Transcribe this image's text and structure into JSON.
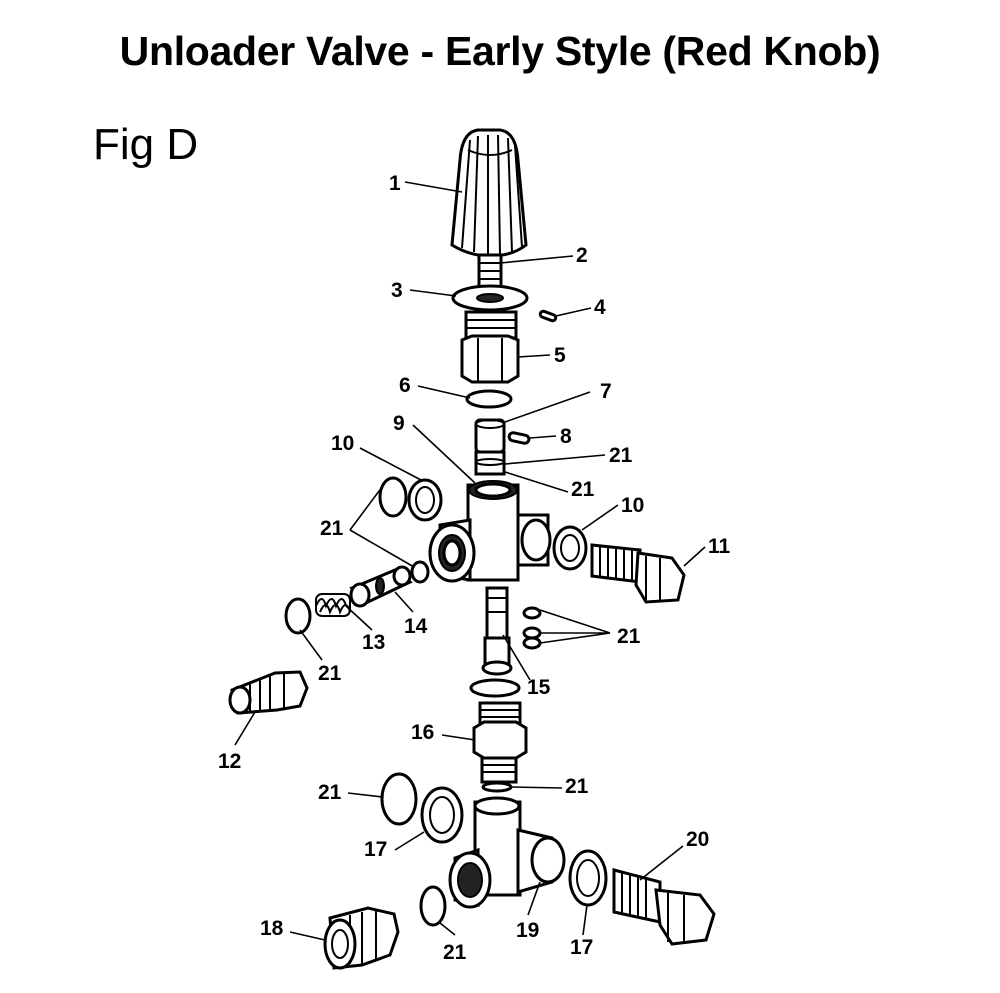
{
  "title": "Unloader Valve - Early Style (Red Knob)",
  "figure_label": "Fig D",
  "callouts": [
    {
      "id": "c1",
      "text": "1"
    },
    {
      "id": "c2",
      "text": "2"
    },
    {
      "id": "c3",
      "text": "3"
    },
    {
      "id": "c4",
      "text": "4"
    },
    {
      "id": "c5",
      "text": "5"
    },
    {
      "id": "c6",
      "text": "6"
    },
    {
      "id": "c7",
      "text": "7"
    },
    {
      "id": "c8",
      "text": "8"
    },
    {
      "id": "c9",
      "text": "9"
    },
    {
      "id": "c10a",
      "text": "10"
    },
    {
      "id": "c21a",
      "text": "21"
    },
    {
      "id": "c21b",
      "text": "21"
    },
    {
      "id": "c10b",
      "text": "10"
    },
    {
      "id": "c11",
      "text": "11"
    },
    {
      "id": "c21c",
      "text": "21"
    },
    {
      "id": "c14",
      "text": "14"
    },
    {
      "id": "c13",
      "text": "13"
    },
    {
      "id": "c21d",
      "text": "21"
    },
    {
      "id": "c21e",
      "text": "21"
    },
    {
      "id": "c15",
      "text": "15"
    },
    {
      "id": "c12",
      "text": "12"
    },
    {
      "id": "c16",
      "text": "16"
    },
    {
      "id": "c21f",
      "text": "21"
    },
    {
      "id": "c21g",
      "text": "21"
    },
    {
      "id": "c17a",
      "text": "17"
    },
    {
      "id": "c20",
      "text": "20"
    },
    {
      "id": "c18",
      "text": "18"
    },
    {
      "id": "c21h",
      "text": "21"
    },
    {
      "id": "c19",
      "text": "19"
    },
    {
      "id": "c17b",
      "text": "17"
    }
  ]
}
